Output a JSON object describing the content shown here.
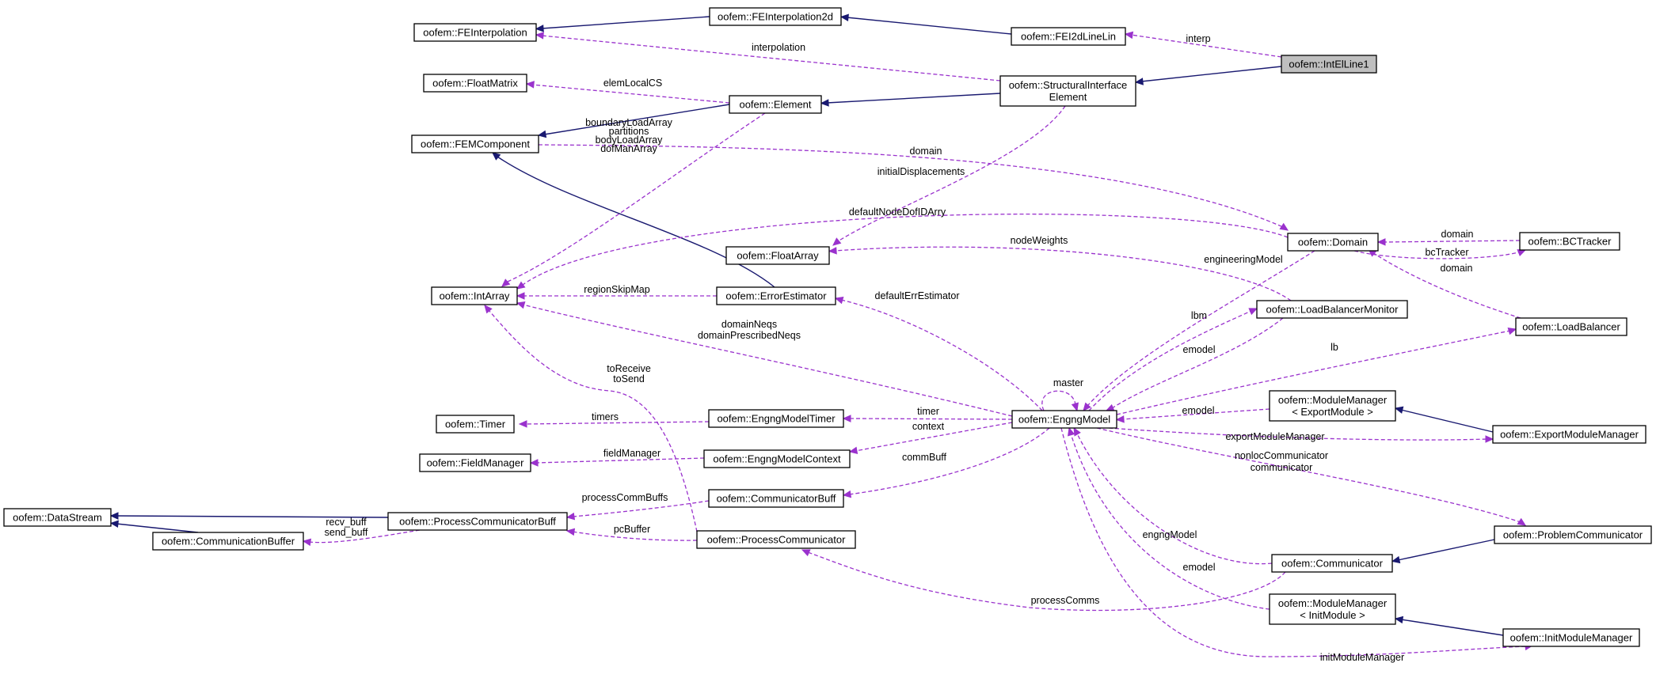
{
  "diagram": {
    "colors": {
      "inheritance": "#191970",
      "usage": "#9a32cd",
      "current_node_fill": "#bfbfbf"
    },
    "nodes": [
      {
        "id": "FEInterpolation",
        "lines": [
          "oofem::FEInterpolation"
        ]
      },
      {
        "id": "FEInterpolation2d",
        "lines": [
          "oofem::FEInterpolation2d"
        ]
      },
      {
        "id": "FEI2dLineLin",
        "lines": [
          "oofem::FEI2dLineLin"
        ]
      },
      {
        "id": "IntElLine1",
        "lines": [
          "oofem::IntElLine1"
        ],
        "current": true
      },
      {
        "id": "FloatMatrix",
        "lines": [
          "oofem::FloatMatrix"
        ]
      },
      {
        "id": "Element",
        "lines": [
          "oofem::Element"
        ]
      },
      {
        "id": "StructuralInterfaceElement",
        "lines": [
          "oofem::StructuralInterface",
          "Element"
        ]
      },
      {
        "id": "FEMComponent",
        "lines": [
          "oofem::FEMComponent"
        ]
      },
      {
        "id": "FloatArray",
        "lines": [
          "oofem::FloatArray"
        ]
      },
      {
        "id": "Domain",
        "lines": [
          "oofem::Domain"
        ]
      },
      {
        "id": "BCTracker",
        "lines": [
          "oofem::BCTracker"
        ]
      },
      {
        "id": "IntArray",
        "lines": [
          "oofem::IntArray"
        ]
      },
      {
        "id": "ErrorEstimator",
        "lines": [
          "oofem::ErrorEstimator"
        ]
      },
      {
        "id": "LoadBalancerMonitor",
        "lines": [
          "oofem::LoadBalancerMonitor"
        ]
      },
      {
        "id": "LoadBalancer",
        "lines": [
          "oofem::LoadBalancer"
        ]
      },
      {
        "id": "Timer",
        "lines": [
          "oofem::Timer"
        ]
      },
      {
        "id": "EngngModelTimer",
        "lines": [
          "oofem::EngngModelTimer"
        ]
      },
      {
        "id": "EngngModel",
        "lines": [
          "oofem::EngngModel"
        ]
      },
      {
        "id": "ModuleManagerExport",
        "lines": [
          "oofem::ModuleManager",
          "< ExportModule >"
        ]
      },
      {
        "id": "ExportModuleManager",
        "lines": [
          "oofem::ExportModuleManager"
        ]
      },
      {
        "id": "FieldManager",
        "lines": [
          "oofem::FieldManager"
        ]
      },
      {
        "id": "EngngModelContext",
        "lines": [
          "oofem::EngngModelContext"
        ]
      },
      {
        "id": "CommunicatorBuff",
        "lines": [
          "oofem::CommunicatorBuff"
        ]
      },
      {
        "id": "DataStream",
        "lines": [
          "oofem::DataStream"
        ]
      },
      {
        "id": "ProcessCommunicatorBuff",
        "lines": [
          "oofem::ProcessCommunicatorBuff"
        ]
      },
      {
        "id": "CommunicationBuffer",
        "lines": [
          "oofem::CommunicationBuffer"
        ]
      },
      {
        "id": "ProcessCommunicator",
        "lines": [
          "oofem::ProcessCommunicator"
        ]
      },
      {
        "id": "ProblemCommunicator",
        "lines": [
          "oofem::ProblemCommunicator"
        ]
      },
      {
        "id": "Communicator",
        "lines": [
          "oofem::Communicator"
        ]
      },
      {
        "id": "ModuleManagerInit",
        "lines": [
          "oofem::ModuleManager",
          "< InitModule >"
        ]
      },
      {
        "id": "InitModuleManager",
        "lines": [
          "oofem::InitModuleManager"
        ]
      }
    ],
    "edges": [
      {
        "from": "FEInterpolation2d",
        "to": "FEInterpolation",
        "kind": "inherit",
        "label": []
      },
      {
        "from": "FEI2dLineLin",
        "to": "FEInterpolation2d",
        "kind": "inherit",
        "label": []
      },
      {
        "from": "IntElLine1",
        "to": "StructuralInterfaceElement",
        "kind": "inherit",
        "label": []
      },
      {
        "from": "StructuralInterfaceElement",
        "to": "Element",
        "kind": "inherit",
        "label": []
      },
      {
        "from": "Element",
        "to": "FEMComponent",
        "kind": "inherit",
        "label": []
      },
      {
        "from": "ErrorEstimator",
        "to": "FEMComponent",
        "kind": "inherit",
        "label": []
      },
      {
        "from": "ExportModuleManager",
        "to": "ModuleManagerExport",
        "kind": "inherit",
        "label": []
      },
      {
        "from": "ProcessCommunicatorBuff",
        "to": "DataStream",
        "kind": "inherit",
        "label": []
      },
      {
        "from": "CommunicationBuffer",
        "to": "DataStream",
        "kind": "inherit",
        "label": []
      },
      {
        "from": "ProblemCommunicator",
        "to": "Communicator",
        "kind": "inherit",
        "label": []
      },
      {
        "from": "InitModuleManager",
        "to": "ModuleManagerInit",
        "kind": "inherit",
        "label": []
      },
      {
        "from": "IntElLine1",
        "to": "FEI2dLineLin",
        "kind": "usage",
        "label": [
          "interp"
        ]
      },
      {
        "from": "StructuralInterfaceElement",
        "to": "FEInterpolation",
        "kind": "usage",
        "label": [
          "interpolation"
        ]
      },
      {
        "from": "Element",
        "to": "FloatMatrix",
        "kind": "usage",
        "label": [
          "elemLocalCS"
        ]
      },
      {
        "from": "Element",
        "to": "IntArray",
        "kind": "usage",
        "label": [
          "boundaryLoadArray",
          "partitions",
          "bodyLoadArray",
          "dofManArray"
        ]
      },
      {
        "from": "FEMComponent",
        "to": "Domain",
        "kind": "usage",
        "label": [
          "domain"
        ]
      },
      {
        "from": "StructuralInterfaceElement",
        "to": "FloatArray",
        "kind": "usage",
        "label": [
          "initialDisplacements"
        ]
      },
      {
        "from": "Domain",
        "to": "IntArray",
        "kind": "usage",
        "label": [
          "defaultNodeDofIDArry"
        ]
      },
      {
        "from": "LoadBalancerMonitor",
        "to": "FloatArray",
        "kind": "usage",
        "label": [
          "nodeWeights"
        ]
      },
      {
        "from": "BCTracker",
        "to": "Domain",
        "kind": "usage",
        "label": [
          "domain"
        ]
      },
      {
        "from": "Domain",
        "to": "BCTracker",
        "kind": "usage",
        "label": [
          "bcTracker"
        ]
      },
      {
        "from": "LoadBalancer",
        "to": "Domain",
        "kind": "usage",
        "label": [
          "domain"
        ]
      },
      {
        "from": "Domain",
        "to": "EngngModel",
        "kind": "usage",
        "label": [
          "engineeringModel"
        ]
      },
      {
        "from": "ErrorEstimator",
        "to": "IntArray",
        "kind": "usage",
        "label": [
          "regionSkipMap"
        ]
      },
      {
        "from": "EngngModel",
        "to": "ErrorEstimator",
        "kind": "usage",
        "label": [
          "defaultErrEstimator"
        ]
      },
      {
        "from": "EngngModel",
        "to": "IntArray",
        "kind": "usage",
        "label": [
          "domainNeqs",
          "domainPrescribedNeqs"
        ]
      },
      {
        "from": "EngngModel",
        "to": "LoadBalancerMonitor",
        "kind": "usage",
        "label": [
          "lbm"
        ]
      },
      {
        "from": "LoadBalancerMonitor",
        "to": "EngngModel",
        "kind": "usage",
        "label": [
          "emodel"
        ]
      },
      {
        "from": "EngngModel",
        "to": "LoadBalancer",
        "kind": "usage",
        "label": [
          "lb"
        ]
      },
      {
        "from": "EngngModel",
        "to": "EngngModel",
        "kind": "usage",
        "label": [
          "master"
        ]
      },
      {
        "from": "ProcessCommunicator",
        "to": "IntArray",
        "kind": "usage",
        "label": [
          "toReceive",
          "toSend"
        ]
      },
      {
        "from": "EngngModelTimer",
        "to": "Timer",
        "kind": "usage",
        "label": [
          "timers"
        ]
      },
      {
        "from": "EngngModel",
        "to": "EngngModelTimer",
        "kind": "usage",
        "label": [
          "timer"
        ]
      },
      {
        "from": "ModuleManagerExport",
        "to": "EngngModel",
        "kind": "usage",
        "label": [
          "emodel"
        ]
      },
      {
        "from": "EngngModel",
        "to": "EngngModelContext",
        "kind": "usage",
        "label": [
          "context"
        ]
      },
      {
        "from": "EngngModel",
        "to": "ExportModuleManager",
        "kind": "usage",
        "label": [
          "exportModuleManager"
        ]
      },
      {
        "from": "EngngModelContext",
        "to": "FieldManager",
        "kind": "usage",
        "label": [
          "fieldManager"
        ]
      },
      {
        "from": "EngngModel",
        "to": "CommunicatorBuff",
        "kind": "usage",
        "label": [
          "commBuff"
        ]
      },
      {
        "from": "EngngModel",
        "to": "ProblemCommunicator",
        "kind": "usage",
        "label": [
          "nonlocCommunicator",
          "communicator"
        ]
      },
      {
        "from": "CommunicatorBuff",
        "to": "ProcessCommunicatorBuff",
        "kind": "usage",
        "label": [
          "processCommBuffs"
        ]
      },
      {
        "from": "ProcessCommunicatorBuff",
        "to": "CommunicationBuffer",
        "kind": "usage",
        "label": [
          "recv_buff",
          "send_buff"
        ]
      },
      {
        "from": "ProcessCommunicator",
        "to": "ProcessCommunicatorBuff",
        "kind": "usage",
        "label": [
          "pcBuffer"
        ]
      },
      {
        "from": "Communicator",
        "to": "EngngModel",
        "kind": "usage",
        "label": [
          "engngModel"
        ]
      },
      {
        "from": "Communicator",
        "to": "ProcessCommunicator",
        "kind": "usage",
        "label": [
          "processComms"
        ]
      },
      {
        "from": "ModuleManagerInit",
        "to": "EngngModel",
        "kind": "usage",
        "label": [
          "emodel"
        ]
      },
      {
        "from": "EngngModel",
        "to": "InitModuleManager",
        "kind": "usage",
        "label": [
          "initModuleManager"
        ]
      }
    ]
  }
}
